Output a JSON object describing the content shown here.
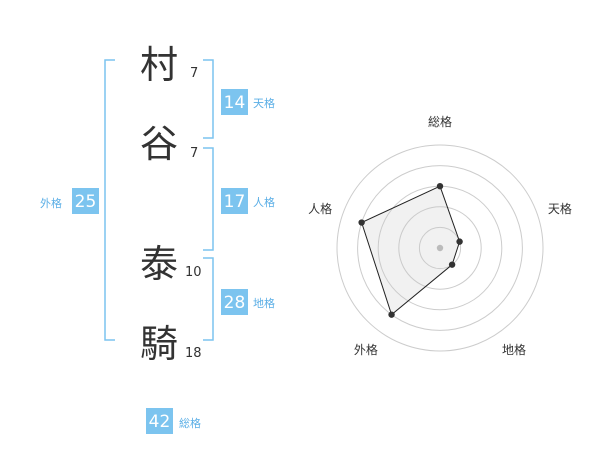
{
  "name_chars": [
    {
      "char": "村",
      "strokes": "7"
    },
    {
      "char": "谷",
      "strokes": "7"
    },
    {
      "char": "泰",
      "strokes": "10"
    },
    {
      "char": "騎",
      "strokes": "18"
    }
  ],
  "kakusu": {
    "tenkaku": {
      "value": "14",
      "label": "天格"
    },
    "jinkaku": {
      "value": "17",
      "label": "人格"
    },
    "chikaku": {
      "value": "28",
      "label": "地格"
    },
    "gaikaku": {
      "value": "25",
      "label": "外格"
    },
    "soukaku": {
      "value": "42",
      "label": "総格"
    }
  },
  "colors": {
    "accent": "#7cc4ef",
    "label": "#5aaee6",
    "text": "#333333",
    "ring": "#cccccc"
  },
  "chart_data": {
    "type": "radar",
    "categories": [
      "総格",
      "天格",
      "地格",
      "外格",
      "人格"
    ],
    "series": [
      {
        "values": [
          3,
          1,
          1,
          4,
          4
        ]
      }
    ],
    "range": [
      0,
      5
    ],
    "grid": true
  }
}
